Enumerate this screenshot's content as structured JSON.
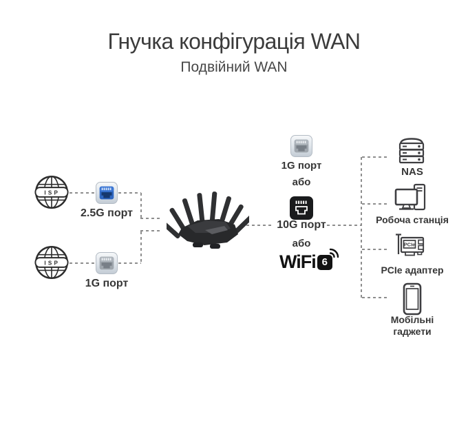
{
  "header": {
    "title": "Гнучка конфігурація WAN",
    "subtitle": "Подвійний WAN"
  },
  "wan": {
    "isp1": "ISP",
    "isp2": "ISP",
    "port25_label": "2.5G порт",
    "port1g_label": "1G порт"
  },
  "lan": {
    "port1g_label": "1G порт",
    "or1": "або",
    "port10g_label": "10G порт",
    "or2": "або",
    "wifi_text": "WiFi",
    "wifi_digit": "6"
  },
  "devices": [
    {
      "label": "NAS"
    },
    {
      "label": "Робоча станція"
    },
    {
      "label": "PCIe адаптер",
      "icon_text": "PCIe"
    },
    {
      "label": "Мобільні гаджети"
    }
  ],
  "colors": {
    "text": "#3b3b3b",
    "line": "#8d8d8d",
    "port_blue": "#2e66c0",
    "port_gray": "#9fa6ad",
    "port_dark": "#1a1b1d",
    "icon_outline": "#3e3e41"
  }
}
